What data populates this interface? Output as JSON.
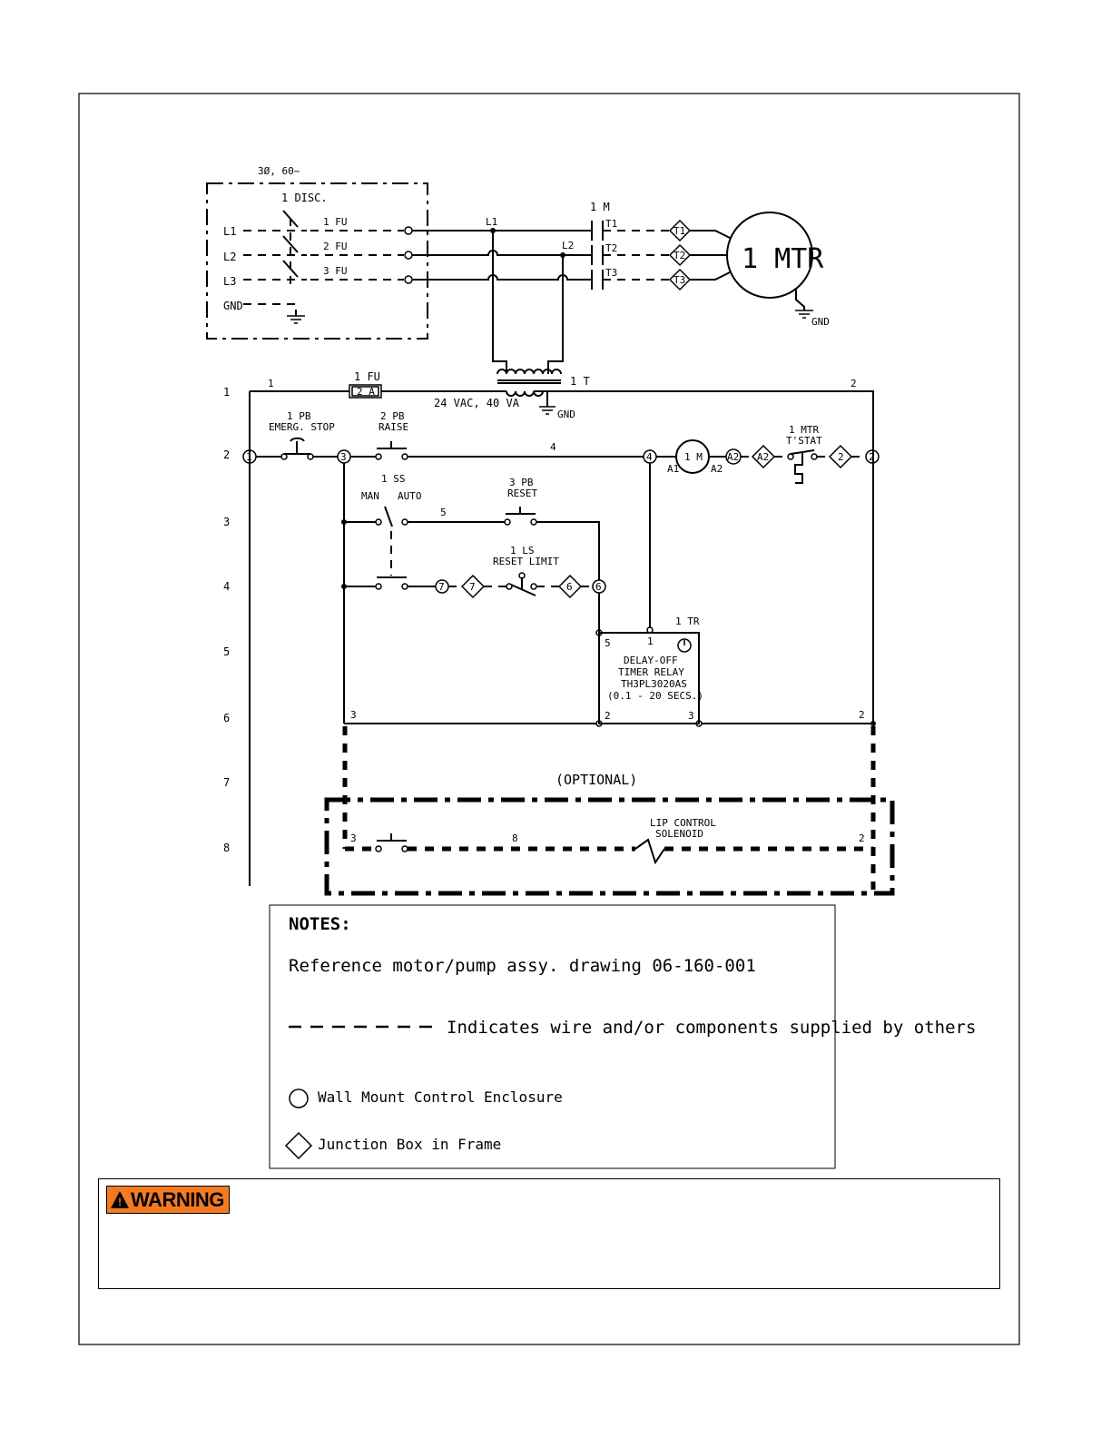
{
  "schematic": {
    "supply": "3Ø, 60~",
    "disconnect": "1 DISC.",
    "lines": [
      "L1",
      "L2",
      "L3",
      "GND"
    ],
    "fuses": [
      "1 FU",
      "2 FU",
      "3 FU"
    ],
    "contactor": "1 M",
    "motor_leads": [
      "T1",
      "T2",
      "T3"
    ],
    "tap_labels": [
      "L1",
      "L2"
    ],
    "motor": "1 MTR",
    "motor_gnd": "GND",
    "transformer": "1 T",
    "transformer_rating": "24 VAC, 40 VA",
    "transformer_gnd": "GND",
    "control_fuse": "1 FU",
    "control_fuse_rating": "2 A",
    "rung_numbers": [
      "1",
      "2",
      "3",
      "4",
      "5",
      "6",
      "7",
      "8"
    ],
    "wire_numbers": {
      "w1": "1",
      "w2": "2",
      "w4": "4",
      "w5": "5",
      "w8": "8",
      "w3a": "3",
      "w2a": "2",
      "w3b": "3",
      "w2b": "2"
    },
    "emergency_stop": {
      "tag": "1 PB",
      "label": "EMERG. STOP"
    },
    "raise_button": {
      "tag": "2 PB",
      "label": "RAISE"
    },
    "coil": {
      "tag": "1 M",
      "a1": "A1",
      "a2": "A2"
    },
    "motor_tstat": {
      "tag": "1 MTR",
      "label": "T'STAT"
    },
    "selector": {
      "tag": "1 SS",
      "man": "MAN",
      "auto": "AUTO"
    },
    "reset_button": {
      "tag": "3 PB",
      "label": "RESET"
    },
    "limit_switch": {
      "tag": "1 LS",
      "label": "RESET LIMIT"
    },
    "timer": {
      "tag": "1 TR",
      "line1": "DELAY-OFF",
      "line2": "TIMER RELAY",
      "line3": "TH3PL3020AS",
      "line4": "(0.1 - 20 SECS.)",
      "t5": "5",
      "t1": "1",
      "t2": "2",
      "t3": "3"
    },
    "optional": "(OPTIONAL)",
    "solenoid": {
      "line1": "LIP CONTROL",
      "line2": "SOLENOID"
    },
    "terminal_circles": {
      "c1": "1",
      "c2": "2",
      "c3": "3",
      "c4": "4",
      "c6": "6",
      "c7": "7",
      "c6b": "6"
    },
    "junction_diamonds": {
      "t1": "T1",
      "t2": "T2",
      "t3": "T3",
      "a2": "A2",
      "d2": "2",
      "d7": "7",
      "d6": "6"
    },
    "a2_circle": "A2"
  },
  "notes": {
    "title": "NOTES:",
    "line1": "Reference motor/pump assy. drawing 06-160-001",
    "dash_legend": "Indicates wire and/or components supplied by others",
    "circle_legend": "Wall Mount Control Enclosure",
    "diamond_legend": "Junction Box in Frame"
  },
  "warning": {
    "label": "WARNING",
    "symbol": "!"
  }
}
